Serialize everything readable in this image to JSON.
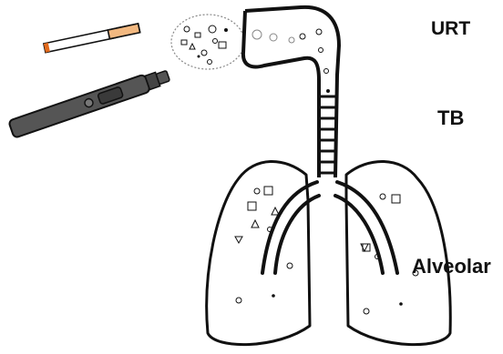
{
  "diagram": {
    "regions": {
      "upper": {
        "label": "URT"
      },
      "middle": {
        "label": "TB"
      },
      "lower": {
        "label": "Alveolar"
      }
    },
    "colors": {
      "outline": "#111111",
      "device_body": "#555555",
      "device_dark": "#3a3a3a",
      "cigarette_filter": "#f2b880",
      "cigarette_ember": "#e26a1c"
    },
    "icons": [
      "cigarette-icon",
      "vape-pen-icon",
      "aerosol-cloud-icon",
      "airway-icon",
      "left-lung-icon",
      "right-lung-icon",
      "particle-icon"
    ]
  }
}
